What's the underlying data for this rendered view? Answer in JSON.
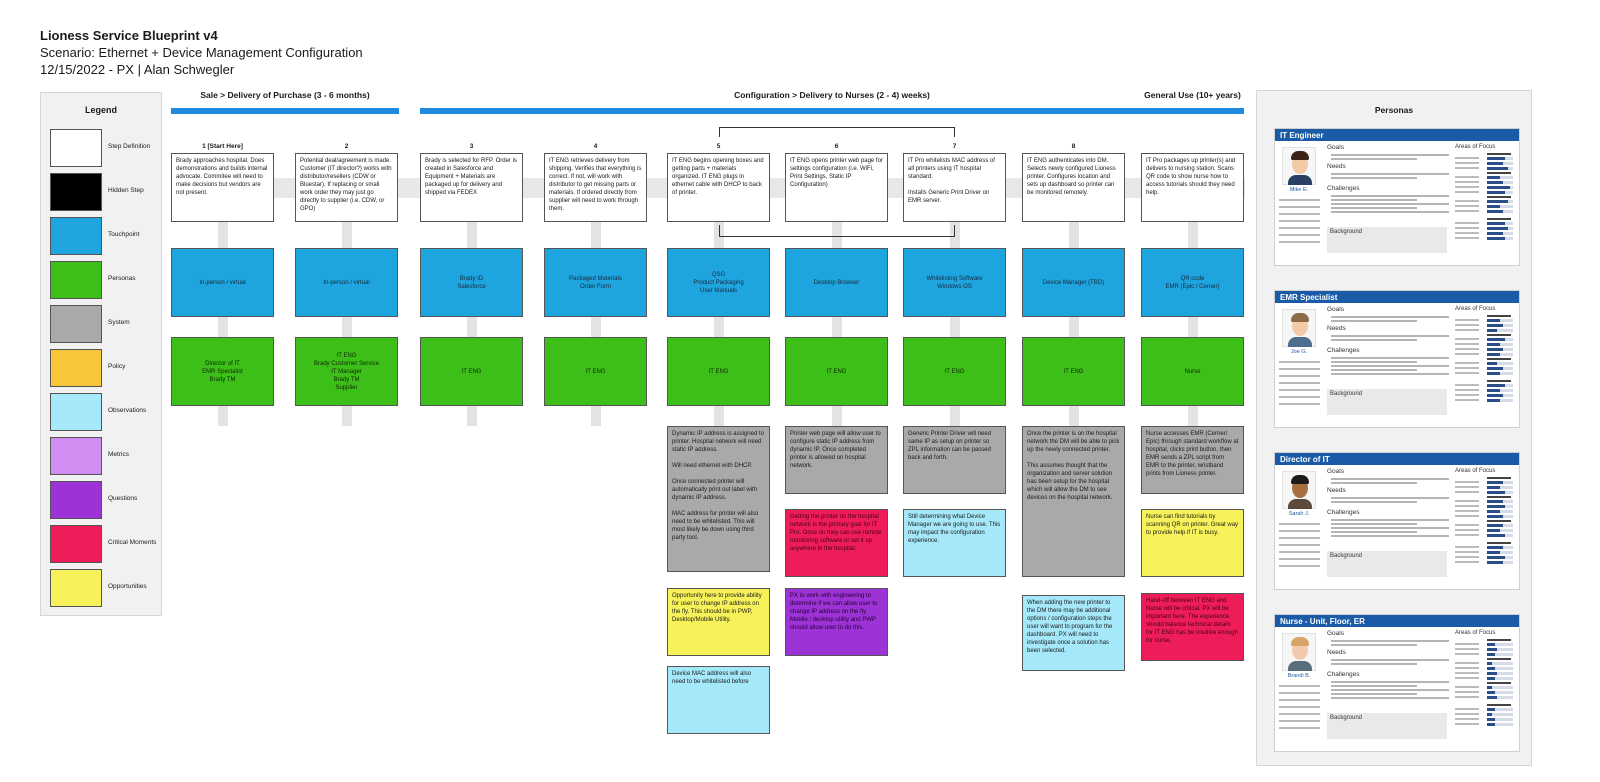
{
  "header": {
    "title": "Lioness Service Blueprint v4",
    "scenario": "Scenario: Ethernet + Device Management Configuration",
    "meta": "12/15/2022 - PX | Alan Schwegler"
  },
  "legend": {
    "title": "Legend",
    "items": [
      {
        "label": "Step Definition",
        "color": "#ffffff"
      },
      {
        "label": "Hidden Step",
        "color": "#000000"
      },
      {
        "label": "Touchpoint",
        "color": "#1ea4df"
      },
      {
        "label": "Personas",
        "color": "#3cbf18"
      },
      {
        "label": "System",
        "color": "#a9a9a9"
      },
      {
        "label": "Policy",
        "color": "#f8c63b"
      },
      {
        "label": "Observations",
        "color": "#a4e8fa"
      },
      {
        "label": "Metrics",
        "color": "#d08ef2"
      },
      {
        "label": "Questions",
        "color": "#9d33d6"
      },
      {
        "label": "Critical Moments",
        "color": "#ee1d5a"
      },
      {
        "label": "Opportunities",
        "color": "#f7f259"
      }
    ]
  },
  "phases": [
    {
      "label": "Sale > Delivery of Purchase (3 - 6 months)"
    },
    {
      "label": "Configuration > Delivery to Nurses (2 - 4) weeks)"
    },
    {
      "label": "General Use (10+ years)"
    }
  ],
  "steps": [
    {
      "num": "1 [Start Here]",
      "text": "Brady approaches hospital. Does demonstrations and builds internal advocate. Commitee will need to make decisions but vendors are not present.",
      "touchpoint": "In-person / virtual",
      "persona": "Director of IT\nEMR Specialist\nBrady TM"
    },
    {
      "num": "2",
      "text": "Potential deal/agreement is made. Customer (IT director?) works with distributor/resellers (CDW or Bluestar). If replacing or small work order they may just go directly to supplier (i.e. CDW, or GPO)",
      "touchpoint": "In-person / virtual",
      "persona": "IT ENG\nBrady Customer Service\nIT Manager\nBrady TM\nSupplier"
    },
    {
      "num": "3",
      "text": "Brady is selected for RFP. Order is created in Salesforce and Equipment + Materials are packaged up for delivery and shipped via FEDEX",
      "touchpoint": "Brady ID\nSalesforce",
      "persona": "IT ENG"
    },
    {
      "num": "4",
      "text": "IT ENG retrieves delivery from shipping. Verifies that everything is correct. If not, will work with distributor to get missing parts or materials. If ordered directly from supplier will need to work through them.",
      "touchpoint": "Packaged Materials\nOrder Form",
      "persona": "IT ENG"
    },
    {
      "num": "5",
      "text": "IT ENG begins opening boxes and getting parts + materials organized. IT ENG plugs in ethernet cable with DHCP to back of printer.",
      "touchpoint": "QSG\nProduct Packaging\nUser Manuals",
      "persona": "IT ENG"
    },
    {
      "num": "6",
      "text": "IT ENG opens printer web page for settings configuration (i.e. WiFi, Print Settings, Static IP Configuration)",
      "touchpoint": "Desktop Browser",
      "persona": "IT ENG"
    },
    {
      "num": "7",
      "text": "IT Pro whitelists MAC address of all printers using IT hospital standard.\n\nInstalls Generic Print Driver on EMR server.",
      "touchpoint": "Whitelisting Software\nWindows OS",
      "persona": "IT ENG"
    },
    {
      "num": "8",
      "text": "IT ENG authenticates into DM. Selects newly configured Lioness printer. Configures location and sets up dashboard so printer can be monitored remotely.",
      "touchpoint": "Device Manager (TBD)",
      "persona": "IT ENG"
    },
    {
      "num": "",
      "text": "IT Pro packages up printer(s) and delivers to nursing station. Scans QR code to show nurse how to access tutorials should they need help.",
      "touchpoint": "QR code\nEMR (Epic / Cerner)",
      "persona": "Nurse"
    }
  ],
  "notes": [
    {
      "col": 4,
      "type": "sys",
      "text": "Dynamic IP address is assigned to printer. Hospital network will need static IP address.\n\nWill need ethernet with DHCP.\n\nOnce connected printer will automatically print out label with dynamic IP address.\n\nMAC address for printer will also need to be whitelisted. This will most likely be down using third party tool."
    },
    {
      "col": 4,
      "type": "opp",
      "text": "Opportunity here to provide ability for user to change IP address on the fly. This should be in PWP, Desktop/Mobile Utility."
    },
    {
      "col": 4,
      "type": "obs",
      "text": "Device MAC address will also need to be whitelisted before"
    },
    {
      "col": 5,
      "type": "sys",
      "text": "Printer web page will allow user to configure static IP address from dynamic IP. Once completed printer is allowed on hospital network."
    },
    {
      "col": 5,
      "type": "crit",
      "text": "Getting the printer on the hospital network is the primary goal for IT Pro. Once on they can use remote monitoring software or set it up anywhere in the hospital."
    },
    {
      "col": 5,
      "type": "q",
      "text": "PX to work with engineering to determine if we can allow user to change IP address on the fly. Mobile / desktop utility and PWP should allow user to do this."
    },
    {
      "col": 6,
      "type": "sys",
      "text": "Generic Printer Driver will need same IP as setup on printer so ZPL information can be passed back and forth."
    },
    {
      "col": 6,
      "type": "obs",
      "text": "Still determining what Device Manager we are going to use. This may impact the configuration experience."
    },
    {
      "col": 7,
      "type": "sys",
      "text": "Once the printer is on the hospital network the DM will be able to pick up the newly connected printer.\n\nThis assumes thought that the organization and server solution has been setup for the hospital which will allow the DM to see devices on the hospital network."
    },
    {
      "col": 7,
      "type": "obs",
      "text": "When adding the new printer to the DM there may be additional options / configuration steps the user will want to program for the dashboard. PX will need to investigate once a solution has been selected."
    },
    {
      "col": 8,
      "type": "sys",
      "text": "Nurse accesses EMR (Cerner/ Epic) through standard workflow at hospital, clicks print button, then EMR sends a ZPL script from EMR to the printer, wristband prints from Lioness printer."
    },
    {
      "col": 8,
      "type": "opp",
      "text": "Nurse can find tutorials by scanning QR on printer. Great way to provide help if IT is busy."
    },
    {
      "col": 8,
      "type": "crit",
      "text": "Hand-off between IT ENG and Nurse will be critical. PX will be important here. The experience should balance technical details for IT ENG has be intuitive enough for nurse."
    }
  ],
  "personas": {
    "title": "Personas",
    "goals_label": "Goals",
    "needs_label": "Needs",
    "challenges_label": "Challenges",
    "background_label": "Background",
    "focus_label": "Areas of Focus",
    "cards": [
      {
        "title": "IT Engineer",
        "name": "Mike E.",
        "skin": "#f3c9a6",
        "hair": "#3b2416",
        "shirt": "#2a3f66",
        "levels": [
          0.7,
          0.6,
          0.8,
          0.5,
          0.6,
          0.9,
          0.7,
          0.8,
          0.5,
          0.6,
          0.7,
          0.8,
          0.6,
          0.7
        ]
      },
      {
        "title": "EMR Specialist",
        "name": "Joe G.",
        "skin": "#f3cba8",
        "hair": "#8a6b4a",
        "shirt": "#4c6f8f",
        "levels": [
          0.5,
          0.6,
          0.4,
          0.7,
          0.5,
          0.6,
          0.5,
          0.4,
          0.6,
          0.5,
          0.7,
          0.5,
          0.6,
          0.5
        ]
      },
      {
        "title": "Director of IT",
        "name": "Sarah J.",
        "skin": "#a9703f",
        "hair": "#1e1a18",
        "shirt": "#5b4a3a",
        "levels": [
          0.6,
          0.5,
          0.7,
          0.6,
          0.7,
          0.5,
          0.6,
          0.6,
          0.5,
          0.7,
          0.6,
          0.5,
          0.7,
          0.6
        ]
      },
      {
        "title": "Nurse - Unit, Floor, ER",
        "name": "Brandi B.",
        "skin": "#f2c9ac",
        "hair": "#d9a46a",
        "shirt": "#5a6e7a",
        "levels": [
          0.3,
          0.4,
          0.3,
          0.2,
          0.3,
          0.4,
          0.3,
          0.2,
          0.3,
          0.4,
          0.3,
          0.2,
          0.3,
          0.3
        ]
      }
    ]
  }
}
